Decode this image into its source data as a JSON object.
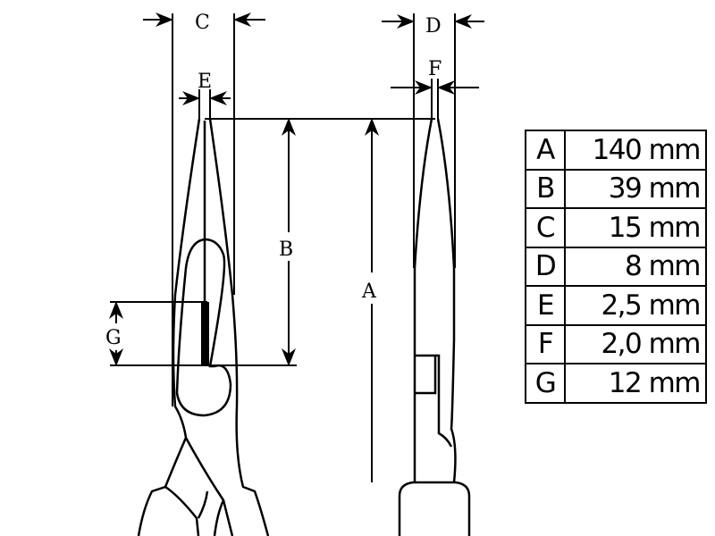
{
  "diagram": {
    "labels": {
      "A": "A",
      "B": "B",
      "C": "C",
      "D": "D",
      "E": "E",
      "F": "F",
      "G": "G"
    }
  },
  "dimensions_table": [
    {
      "key": "A",
      "value": "140 mm"
    },
    {
      "key": "B",
      "value": "39 mm"
    },
    {
      "key": "C",
      "value": "15 mm"
    },
    {
      "key": "D",
      "value": "8 mm"
    },
    {
      "key": "E",
      "value": "2,5 mm"
    },
    {
      "key": "F",
      "value": "2,0 mm"
    },
    {
      "key": "G",
      "value": "12 mm"
    }
  ]
}
